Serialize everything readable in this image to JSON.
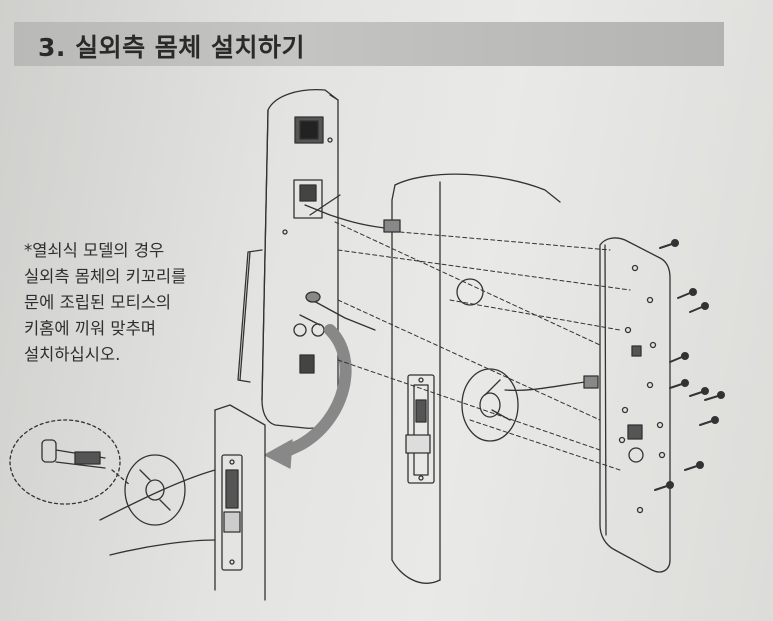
{
  "section": {
    "title": "3. 실외측 몸체 설치하기"
  },
  "note": {
    "lines": [
      "*열쇠식 모델의 경우",
      "실외측 몸체의 키꼬리를",
      "문에 조립된 모티스의",
      "키홈에 끼워 맞추며",
      "설치하십시오."
    ]
  },
  "colors": {
    "header_bar": "#bcbcba",
    "line_art": "#333333",
    "paper": "#e6e6e4"
  }
}
